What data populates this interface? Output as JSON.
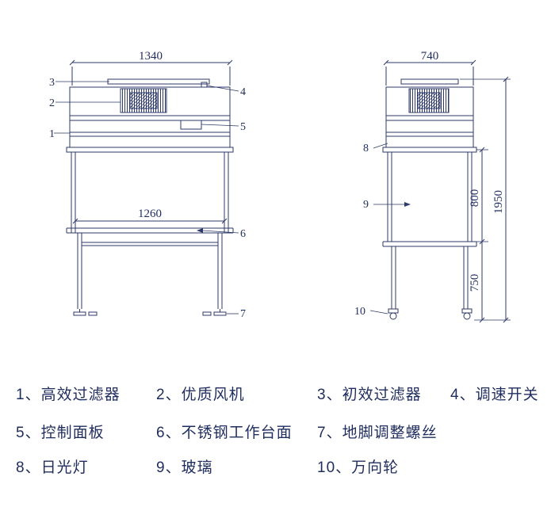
{
  "colors": {
    "line": "#2e3a68",
    "text": "#1f2c5e"
  },
  "front_view": {
    "dims": {
      "overall_width": "1340",
      "work_width": "1260"
    },
    "callouts": [
      "1",
      "2",
      "3",
      "4",
      "5",
      "6",
      "7"
    ]
  },
  "side_view": {
    "dims": {
      "depth": "740",
      "upper_height": "800",
      "lower_height": "750",
      "total_height": "1950"
    },
    "callouts": [
      "8",
      "9",
      "10"
    ]
  },
  "legend": {
    "rows": [
      [
        "1、高效过滤器",
        "2、优质风机",
        "3、初效过滤器",
        "4、调速开关"
      ],
      [
        "5、控制面板",
        "6、不锈钢工作台面",
        "7、地脚调整螺丝"
      ],
      [
        "8、日光灯",
        "9、玻璃",
        "10、万向轮"
      ]
    ]
  }
}
